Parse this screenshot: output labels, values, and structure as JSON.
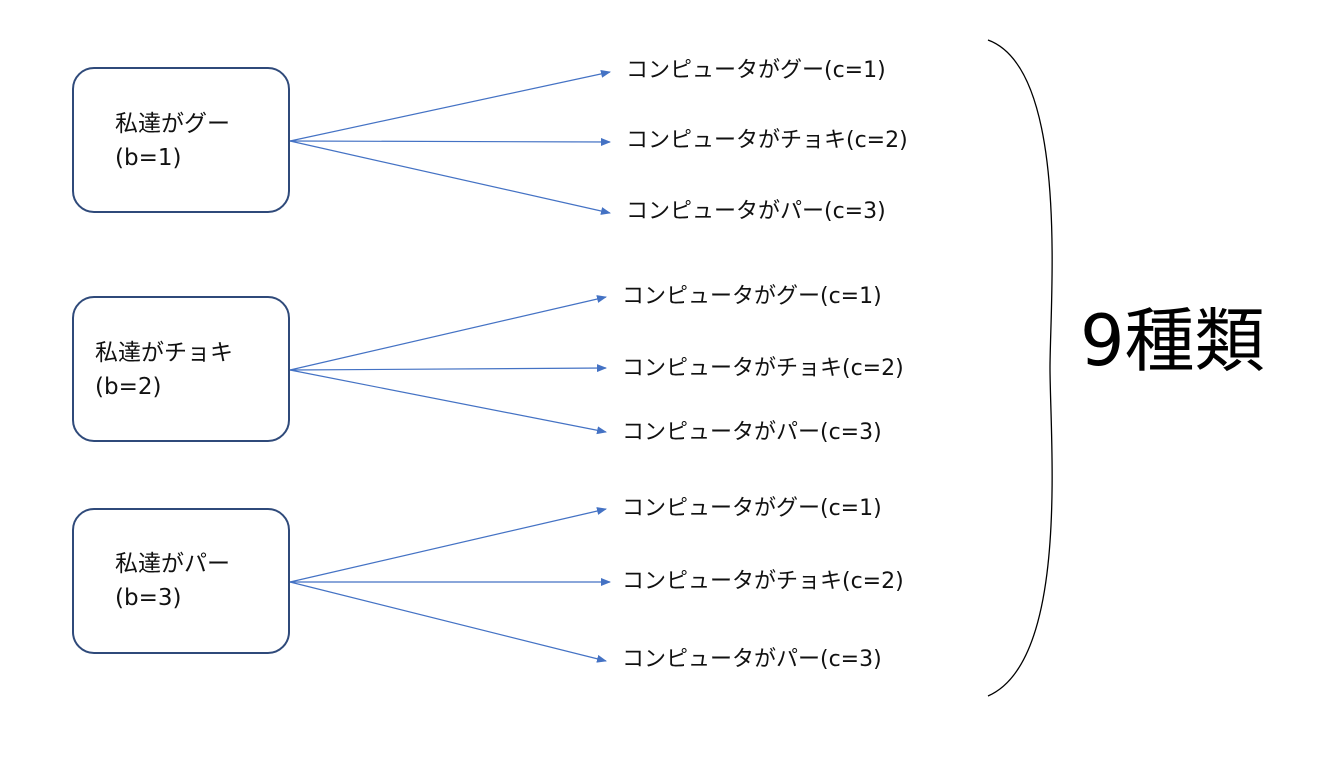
{
  "diagram": {
    "groups": [
      {
        "player_label": "私達がグー",
        "player_param": "(b=1)",
        "outcomes": [
          "コンピュータがグー(c=1)",
          "コンピュータがチョキ(c=2)",
          "コンピュータがパー(c=3)"
        ]
      },
      {
        "player_label": "私達がチョキ",
        "player_param": "(b=2)",
        "outcomes": [
          "コンピュータがグー(c=1)",
          "コンピュータがチョキ(c=2)",
          "コンピュータがパー(c=3)"
        ]
      },
      {
        "player_label": "私達がパー",
        "player_param": "(b=3)",
        "outcomes": [
          "コンピュータがグー(c=1)",
          "コンピュータがチョキ(c=2)",
          "コンピュータがパー(c=3)"
        ]
      }
    ],
    "total_label": "9種類",
    "colors": {
      "box_border": "#2f4a7a",
      "arrow": "#4472c4",
      "brace": "#000000"
    }
  }
}
